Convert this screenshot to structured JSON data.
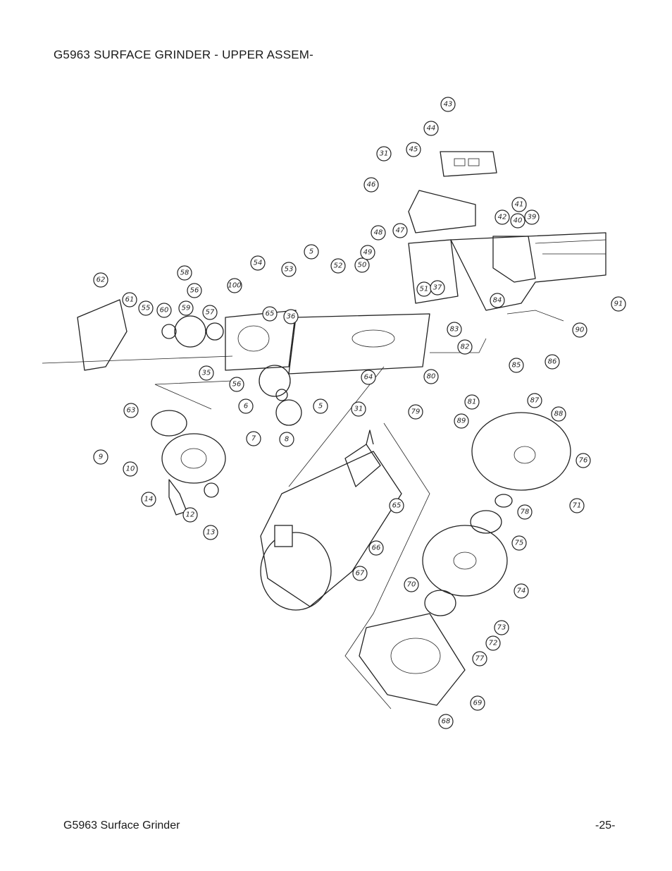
{
  "header": {
    "title": "G5963 SURFACE GRINDER - UPPER ASSEM-"
  },
  "footer": {
    "left": "G5963 Surface Grinder",
    "right": "-25-"
  },
  "callouts": [
    "43",
    "44",
    "45",
    "31",
    "46",
    "42",
    "41",
    "40",
    "39",
    "48",
    "47",
    "5",
    "53",
    "52",
    "50",
    "49",
    "54",
    "58",
    "56",
    "100",
    "51",
    "37",
    "62",
    "61",
    "55",
    "60",
    "59",
    "57",
    "65",
    "84",
    "91",
    "90",
    "83",
    "82",
    "85",
    "86",
    "87",
    "88",
    "64",
    "36",
    "35",
    "56",
    "6",
    "5",
    "31",
    "80",
    "81",
    "79",
    "89",
    "76",
    "7",
    "8",
    "63",
    "9",
    "10",
    "14",
    "12",
    "13",
    "65",
    "66",
    "67",
    "71",
    "78",
    "75",
    "74",
    "70",
    "73",
    "72",
    "77",
    "69",
    "68"
  ]
}
